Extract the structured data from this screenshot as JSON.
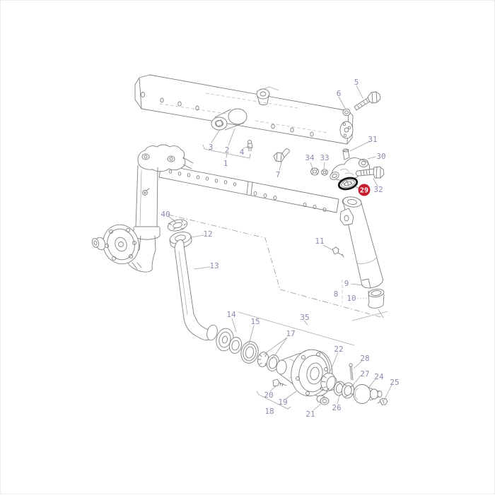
{
  "diagram": {
    "type": "exploded-parts-diagram",
    "subject": "front-axle-assembly",
    "background": "#ffffff",
    "line_color": "#7f7f7f",
    "label_color": "#8b8bad",
    "highlight": {
      "part_number": "29",
      "badge_color": "#c41f30",
      "badge_text_color": "#ffffff",
      "ring_color": "#141414"
    },
    "labels": [
      {
        "text": "1"
      },
      {
        "text": "2"
      },
      {
        "text": "3"
      },
      {
        "text": "4"
      },
      {
        "text": "5"
      },
      {
        "text": "6"
      },
      {
        "text": "7"
      },
      {
        "text": "8"
      },
      {
        "text": "9"
      },
      {
        "text": "10"
      },
      {
        "text": "11"
      },
      {
        "text": "12"
      },
      {
        "text": "13"
      },
      {
        "text": "14"
      },
      {
        "text": "15"
      },
      {
        "text": "17"
      },
      {
        "text": "18"
      },
      {
        "text": "19"
      },
      {
        "text": "20"
      },
      {
        "text": "21"
      },
      {
        "text": "22"
      },
      {
        "text": "24"
      },
      {
        "text": "25"
      },
      {
        "text": "26"
      },
      {
        "text": "27"
      },
      {
        "text": "28"
      },
      {
        "text": "30"
      },
      {
        "text": "31"
      },
      {
        "text": "32"
      },
      {
        "text": "33"
      },
      {
        "text": "34"
      },
      {
        "text": "35"
      },
      {
        "text": "40"
      }
    ]
  }
}
